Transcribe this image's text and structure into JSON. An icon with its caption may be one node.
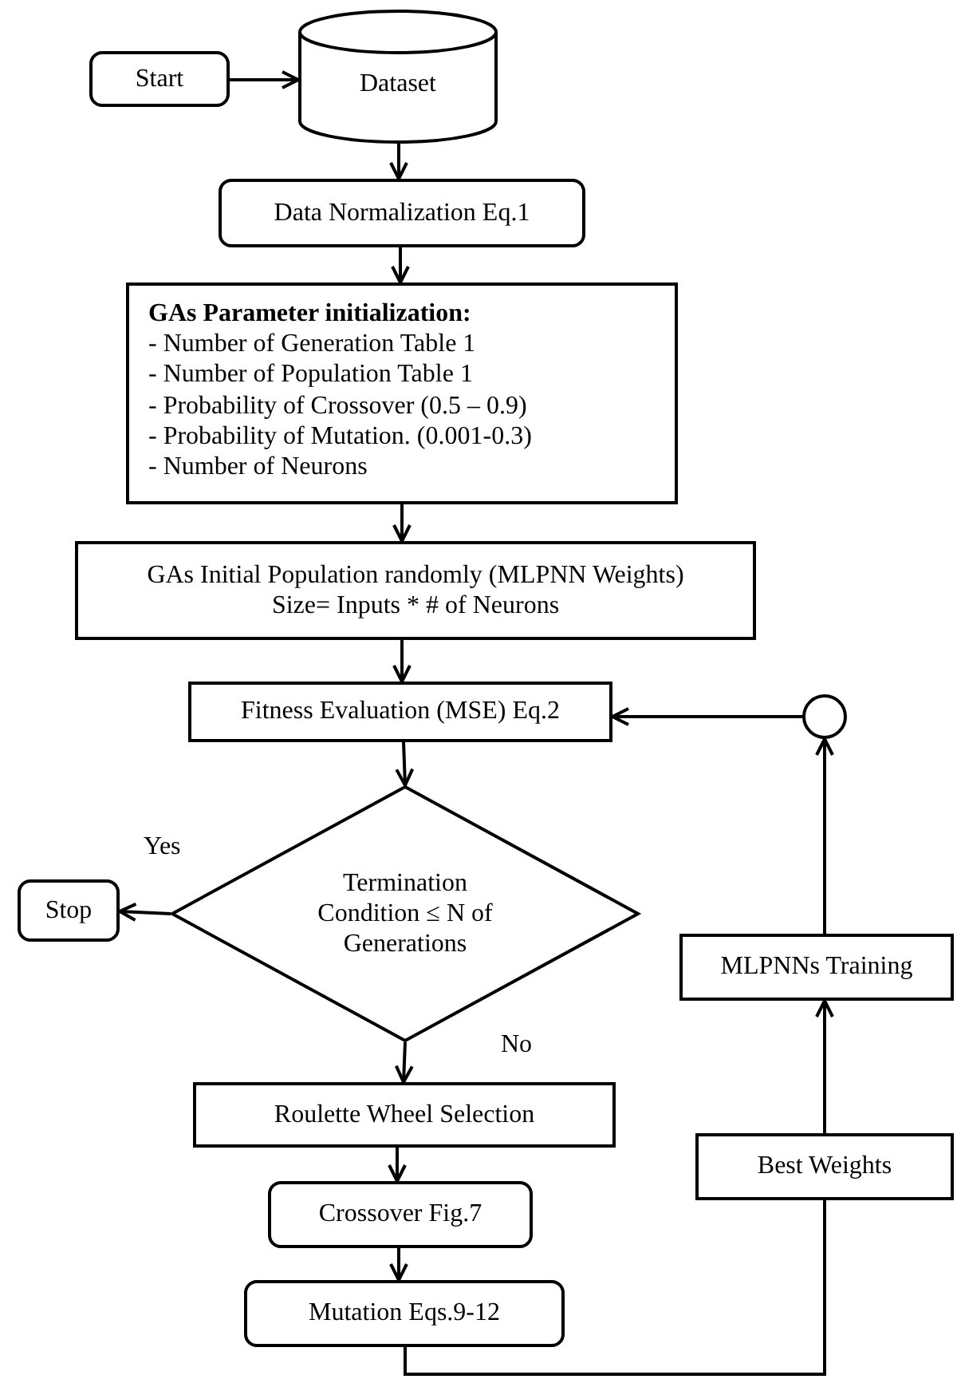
{
  "diagram": {
    "nodes": [
      {
        "text": [
          "Start"
        ]
      },
      {
        "text": [
          "Dataset"
        ]
      },
      {
        "text": [
          "Data Normalization Eq.1"
        ]
      },
      {
        "text": [
          "GAs Parameter initialization:",
          "- Number of Generation Table 1",
          "- Number of Population Table 1",
          "- Probability of Crossover (0.5 – 0.9)",
          "- Probability of Mutation. (0.001-0.3)",
          "- Number of Neurons"
        ]
      },
      {
        "text": [
          "GAs Initial Population randomly (MLPNN Weights)",
          "Size= Inputs * # of Neurons"
        ]
      },
      {
        "text": [
          "Fitness Evaluation (MSE) Eq.2"
        ]
      },
      {
        "text": [],
        "shape": "circle"
      },
      {
        "text": [
          "Stop"
        ]
      },
      {
        "text": [
          "Termination Condition ≤ N of Generations"
        ]
      },
      {
        "text": [
          "MLPNNs Training"
        ]
      },
      {
        "text": [
          "Roulette Wheel Selection"
        ]
      },
      {
        "text": [
          "Best Weights"
        ]
      },
      {
        "text": [
          "Crossover Fig.7"
        ]
      },
      {
        "text": [
          "Mutation Eqs.9-12"
        ]
      }
    ],
    "edges": [
      {
        "from": 0,
        "to": 1,
        "arrow": "to"
      },
      {
        "from": 1,
        "to": 2,
        "arrow": "to"
      },
      {
        "from": 2,
        "to": 3,
        "arrow": "to"
      },
      {
        "from": 3,
        "to": 4,
        "arrow": "to"
      },
      {
        "from": 4,
        "to": 5,
        "arrow": "to"
      },
      {
        "from": 5,
        "to": 8,
        "arrow": "to"
      },
      {
        "from": 8,
        "to": 7,
        "arrow": "to",
        "label": "Yes"
      },
      {
        "from": 8,
        "to": 10,
        "arrow": "to",
        "label": "No"
      },
      {
        "from": 10,
        "to": 12,
        "arrow": "to"
      },
      {
        "from": 12,
        "to": 13,
        "arrow": "to"
      },
      {
        "from": 13,
        "to": 11,
        "arrow": "none"
      },
      {
        "from": 11,
        "to": 9,
        "arrow": "to"
      },
      {
        "from": 9,
        "to": 6,
        "arrow": "to"
      },
      {
        "from": 6,
        "to": 5,
        "arrow": "to"
      }
    ]
  }
}
